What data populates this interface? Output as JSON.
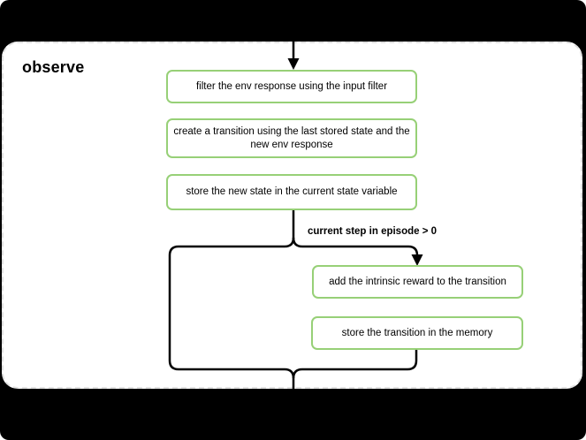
{
  "window": {
    "title": "observe"
  },
  "diagram": {
    "node_border_color": "#97d077",
    "connector_color": "#000000",
    "card_border_color": "#e2e2e2",
    "condition_label": "current step in episode > 0",
    "nodes": [
      {
        "id": "filter-env-response",
        "label": "filter the env response using the input filter"
      },
      {
        "id": "create-transition",
        "label": "create a transition using the last stored state and the\nnew env response"
      },
      {
        "id": "store-new-state",
        "label": "store the new state in the current state variable"
      },
      {
        "id": "add-intrinsic-reward",
        "label": "add the intrinsic reward to the transition"
      },
      {
        "id": "store-transition-memory",
        "label": "store the transition in the memory"
      }
    ]
  }
}
